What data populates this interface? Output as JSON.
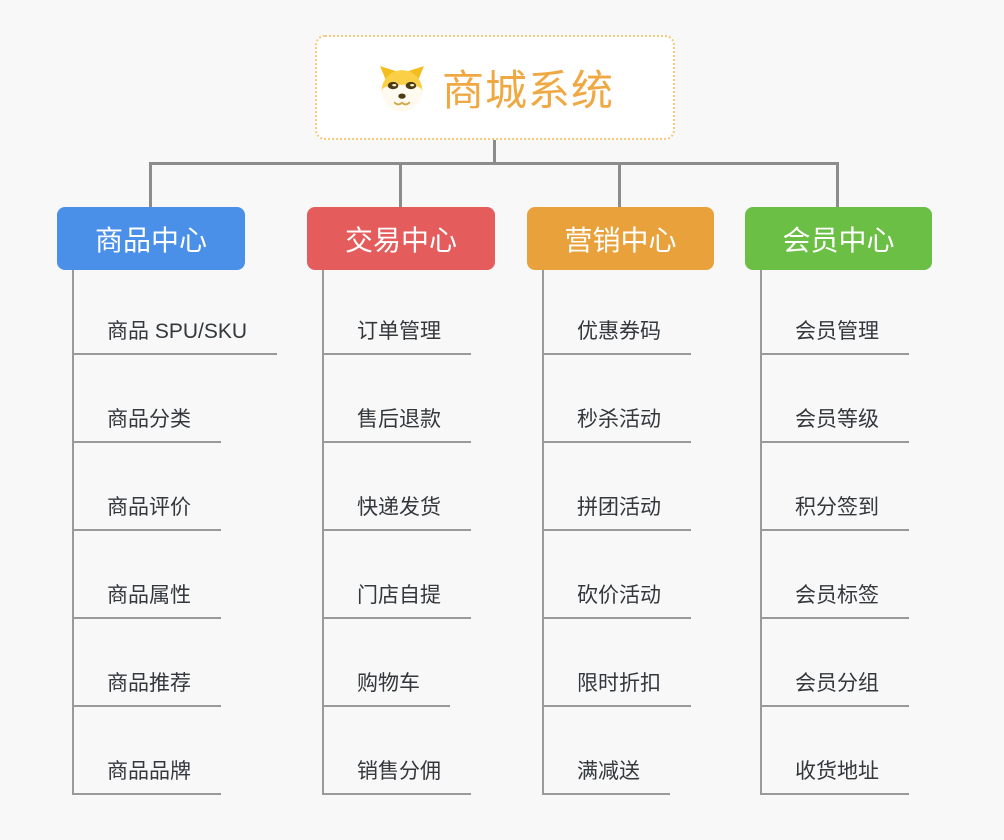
{
  "page": {
    "background_color": "#f8f8f8",
    "connector_color": "#8c8c8c"
  },
  "root": {
    "title": "商城系统",
    "icon": "dog-logo-icon",
    "title_color": "#f0a843",
    "border_color": "#f6c77c"
  },
  "branches": [
    {
      "label": "商品中心",
      "color": "#4a8fe8",
      "children": [
        "商品 SPU/SKU",
        "商品分类",
        "商品评价",
        "商品属性",
        "商品推荐",
        "商品品牌"
      ]
    },
    {
      "label": "交易中心",
      "color": "#e45c5c",
      "children": [
        "订单管理",
        "售后退款",
        "快递发货",
        "门店自提",
        "购物车",
        "销售分佣"
      ]
    },
    {
      "label": "营销中心",
      "color": "#e9a23b",
      "children": [
        "优惠券码",
        "秒杀活动",
        "拼团活动",
        "砍价活动",
        "限时折扣",
        "满减送"
      ]
    },
    {
      "label": "会员中心",
      "color": "#6abf44",
      "children": [
        "会员管理",
        "会员等级",
        "积分签到",
        "会员标签",
        "会员分组",
        "收货地址"
      ]
    }
  ]
}
